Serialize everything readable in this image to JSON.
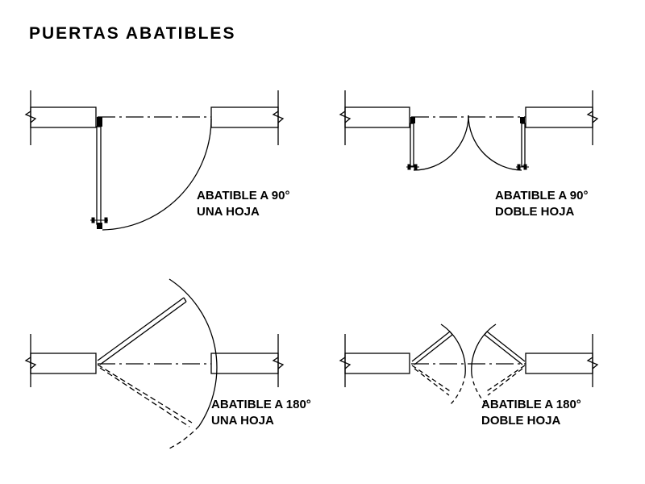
{
  "title": "PUERTAS ABATIBLES",
  "diagrams": [
    {
      "id": "90-single",
      "line1": "ABATIBLE A 90°",
      "line2": "UNA HOJA"
    },
    {
      "id": "90-double",
      "line1": "ABATIBLE A 90°",
      "line2": "DOBLE HOJA"
    },
    {
      "id": "180-single",
      "line1": "ABATIBLE A 180°",
      "line2": "UNA HOJA"
    },
    {
      "id": "180-double",
      "line1": "ABATIBLE A 180°",
      "line2": "DOBLE HOJA"
    }
  ],
  "colors": {
    "line": "#000000",
    "background": "#ffffff"
  }
}
